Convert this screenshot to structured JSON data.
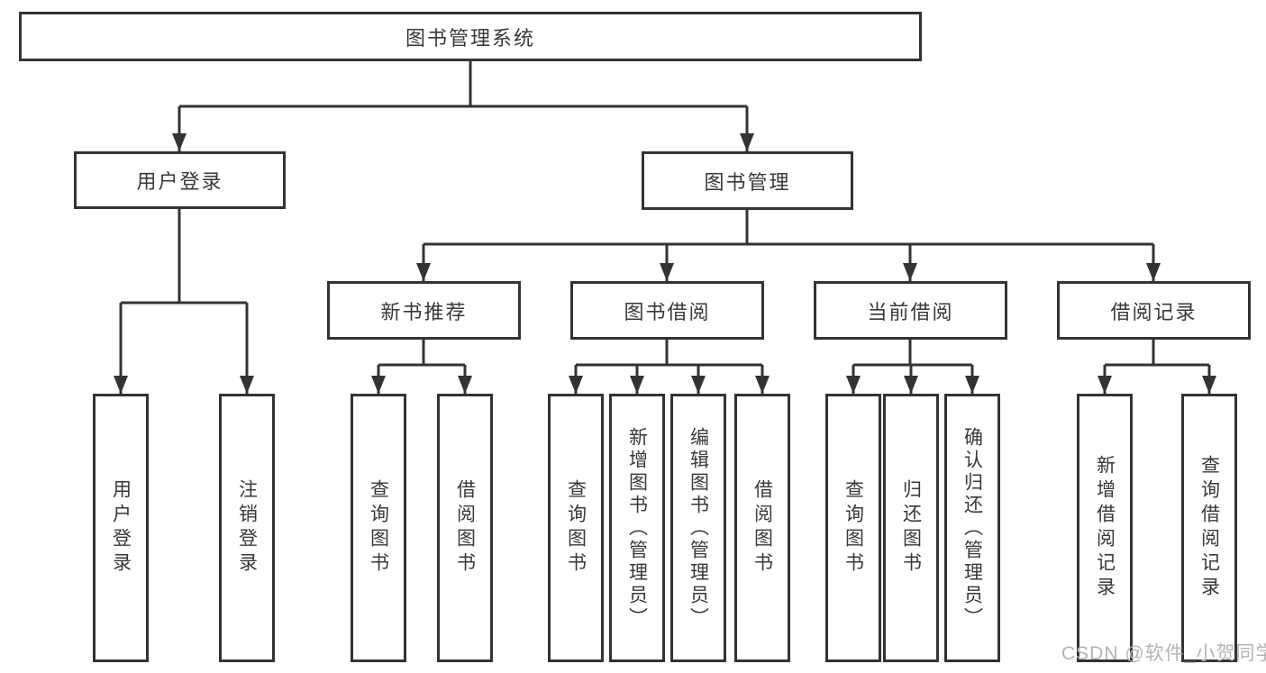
{
  "diagram_type": "hierarchy-tree",
  "tree": {
    "root": "图书管理系统",
    "children": [
      {
        "label": "用户登录",
        "children": [
          "用户登录",
          "注销登录"
        ]
      },
      {
        "label": "图书管理",
        "children": [
          {
            "label": "新书推荐",
            "children": [
              "查询图书",
              "借阅图书"
            ]
          },
          {
            "label": "图书借阅",
            "children": [
              "查询图书",
              "新增图书（管理员）",
              "编辑图书（管理员）",
              "借阅图书"
            ]
          },
          {
            "label": "当前借阅",
            "children": [
              "查询图书",
              "归还图书",
              "确认归还（管理员）"
            ]
          },
          {
            "label": "借阅记录",
            "children": [
              "新增借阅记录",
              "查询借阅记录"
            ]
          }
        ]
      }
    ]
  },
  "watermark": {
    "text": "CSDN @软件_小贺同学"
  },
  "colors": {
    "line": "#333333",
    "box_border": "#333333",
    "box_fill": "#ffffff",
    "text": "#383838",
    "watermark": "#b3b3b3",
    "background": "#ffffff"
  }
}
